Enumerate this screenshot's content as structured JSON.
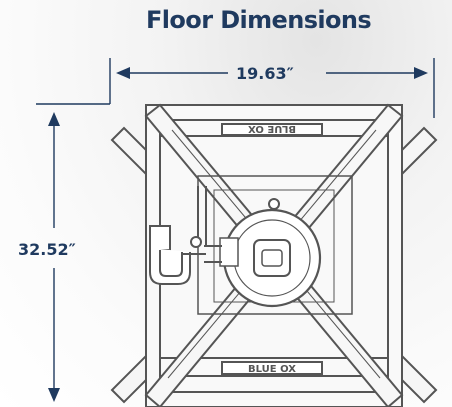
{
  "title": "Floor Dimensions",
  "dimensions": {
    "width": "19.63″",
    "height": "32.52″"
  },
  "product_markings": {
    "top": "BLUE OX",
    "bottom": "BLUE OX"
  },
  "colors": {
    "title": "#1f3a5f",
    "line": "#1f3a5f",
    "drawing": "#555555"
  }
}
